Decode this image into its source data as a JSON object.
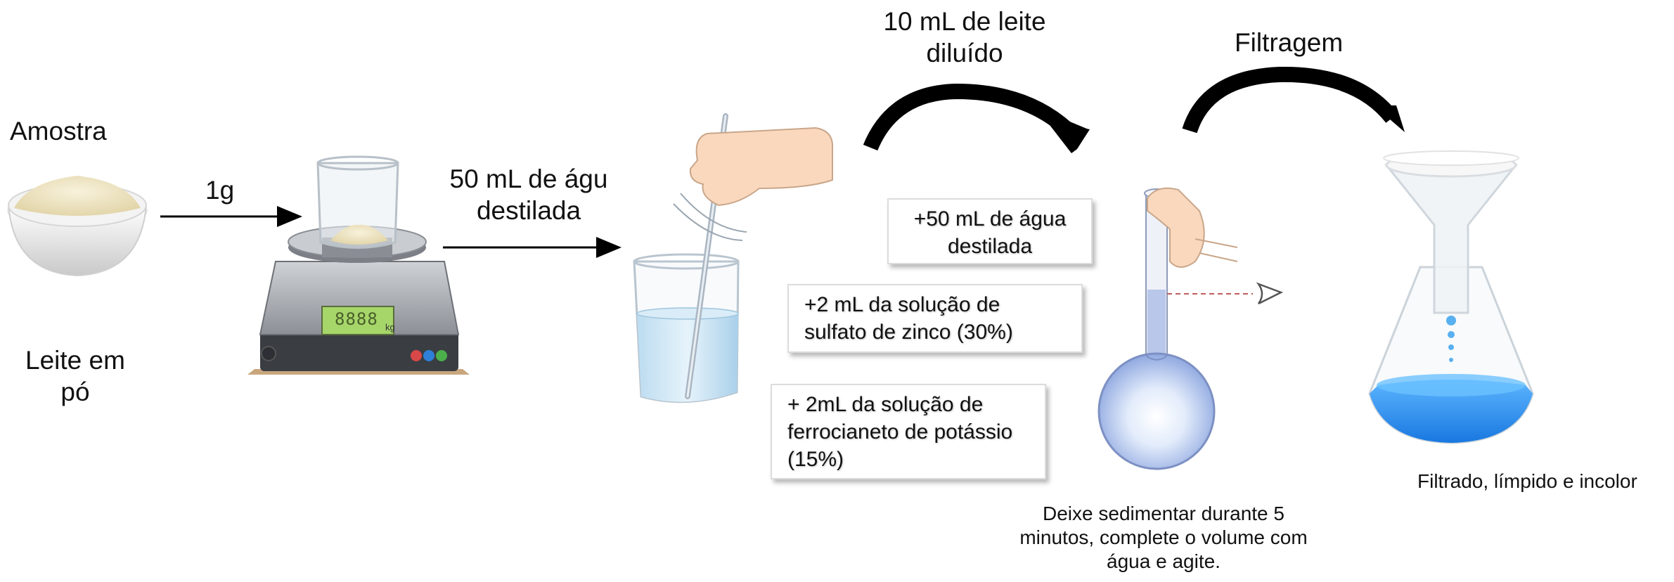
{
  "labels": {
    "sample_title": "Amostra",
    "sample_name": [
      "Leite em",
      "pó"
    ],
    "mass": "1g",
    "water_step": [
      "50 mL de águ",
      "destilada"
    ],
    "diluted": [
      "10 mL de leite",
      "diluído"
    ],
    "filtration": "Filtragem",
    "filtrate": "Filtrado, límpido e incolor",
    "instruction": [
      "Deixe sedimentar durante 5",
      "minutos, complete o volume com",
      "água e agite."
    ]
  },
  "reagents": [
    [
      "+50 mL de água",
      "destilada"
    ],
    [
      "+2 mL da solução de",
      "sulfato de zinco (30%)"
    ],
    [
      "+ 2mL da solução de",
      "ferrocianeto de potássio",
      "(15%)"
    ]
  ],
  "scale_display": "8888",
  "scale_unit": "kg",
  "colors": {
    "powder": "#efe6c8",
    "scale_body": "#8a8e94",
    "display": "#a6d66a",
    "liquid": "#9fcbe6",
    "filtrate": "#2a8ef0",
    "skin": "#fad8bd",
    "arrow": "#000000"
  }
}
